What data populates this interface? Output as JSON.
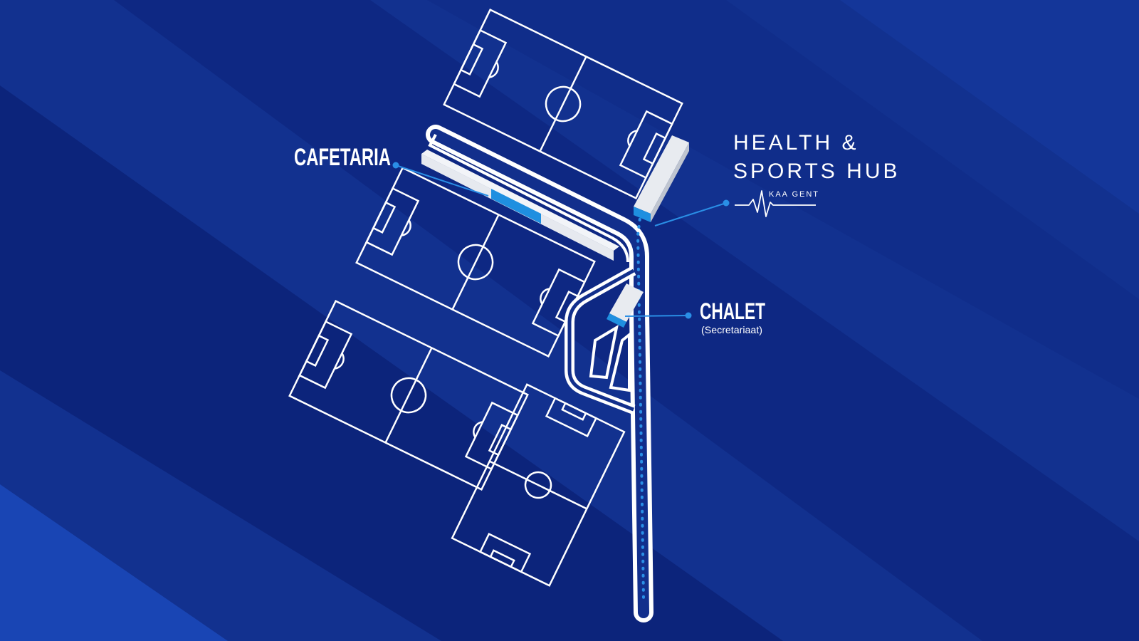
{
  "map": {
    "labels": {
      "cafetaria": "CAFETARIA",
      "health_line1": "HEALTH &",
      "health_line2": "SPORTS HUB",
      "kaa_gent": "KAA GENT",
      "chalet": "CHALET",
      "chalet_sub": "(Secretariaat)"
    },
    "icons": [
      "heartbeat-icon"
    ]
  }
}
